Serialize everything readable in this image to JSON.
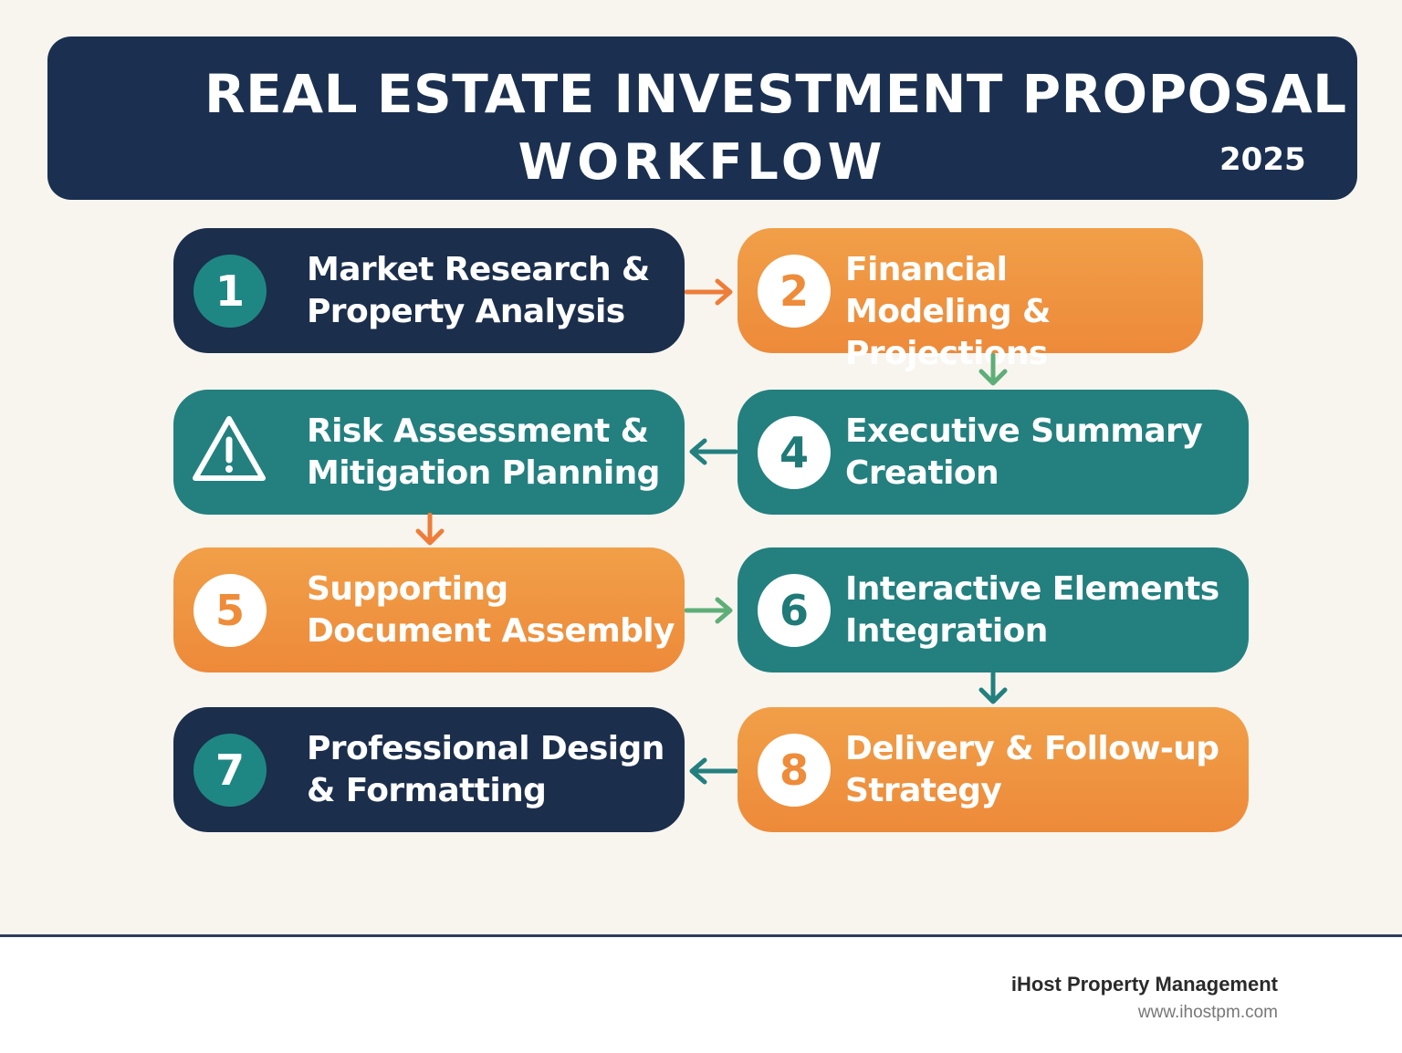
{
  "header": {
    "title_line1": "REAL ESTATE INVESTMENT PROPOSAL",
    "title_line2": "WORKFLOW",
    "year": "2025"
  },
  "steps": [
    {
      "number": "1",
      "label": "Market Research & Property Analysis",
      "color": "navy"
    },
    {
      "number": "2",
      "label": "Financial Modeling & Projections",
      "color": "orange"
    },
    {
      "number": "",
      "icon": "warning-icon",
      "label": "Risk Assessment & Mitigation Planning",
      "color": "teal"
    },
    {
      "number": "4",
      "label": "Executive Summary Creation",
      "color": "teal"
    },
    {
      "number": "5",
      "label": "Supporting Document Assembly",
      "color": "orange"
    },
    {
      "number": "6",
      "label": "Interactive Elements Integration",
      "color": "teal"
    },
    {
      "number": "7",
      "label": "Professional Design & Formatting",
      "color": "navy"
    },
    {
      "number": "8",
      "label": "Delivery & Follow-up Strategy",
      "color": "orange"
    }
  ],
  "footer": {
    "company": "iHost Property Management",
    "url": "www.ihostpm.com"
  },
  "colors": {
    "navy": "#1b2e4c",
    "teal": "#23807f",
    "orange": "#ee8c3a",
    "background": "#f8f5ef"
  }
}
